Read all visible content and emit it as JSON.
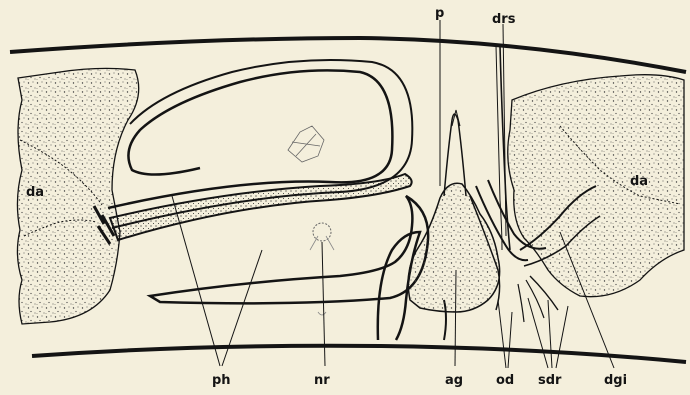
{
  "figure": {
    "colors": {
      "paper": "#f4efdc",
      "ink": "#141414",
      "stipple": "#3a3a3a"
    },
    "labels": {
      "p": "p",
      "drs": "drs",
      "da_left": "da",
      "da_right": "da",
      "ph": "ph",
      "nr": "nr",
      "ag": "ag",
      "od": "od",
      "sdr": "sdr",
      "dgi": "dgi"
    }
  }
}
